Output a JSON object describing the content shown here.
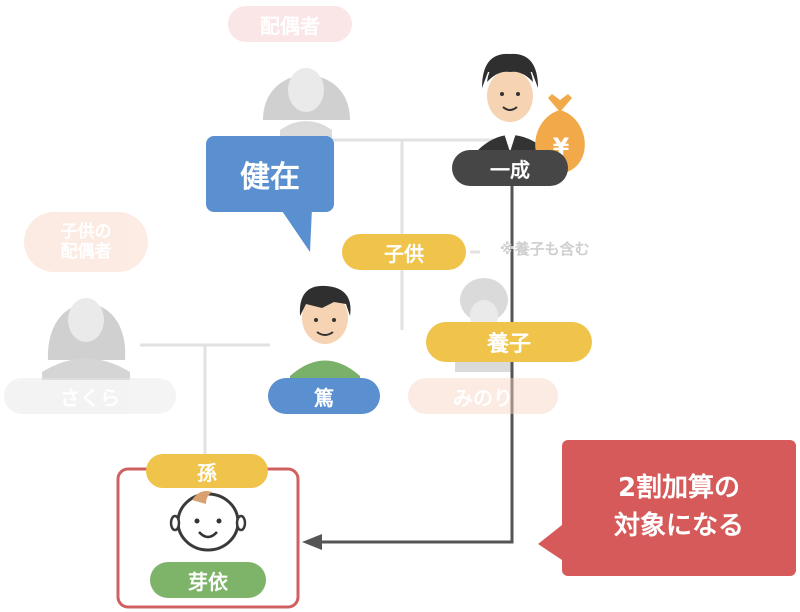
{
  "spouse_label": "配偶者",
  "healthy_bubble": "健在",
  "grandfather_label": "一成",
  "yen_symbol": "¥",
  "child_spouse_label": "子供の\n配偶者",
  "child_label": "子供",
  "adopted_note": "※養子も含む",
  "adopted_label": "養子",
  "atsushi_label": "篤",
  "sakura_label": "さくら",
  "minori_label": "みのり",
  "grandchild_label": "孫",
  "mei_label": "芽依",
  "surcharge_callout": "2割加算の\n対象になる",
  "colors": {
    "gold": "#f0c44a",
    "blue": "#5a8fd0",
    "dark": "#464646",
    "green": "#7eb36a",
    "pink": "#f4c8c8",
    "peach": "#f8d4c0",
    "red": "#d65a5a",
    "orange": "#f2a94a",
    "line_light": "#dedede",
    "line_dark": "#555555"
  }
}
